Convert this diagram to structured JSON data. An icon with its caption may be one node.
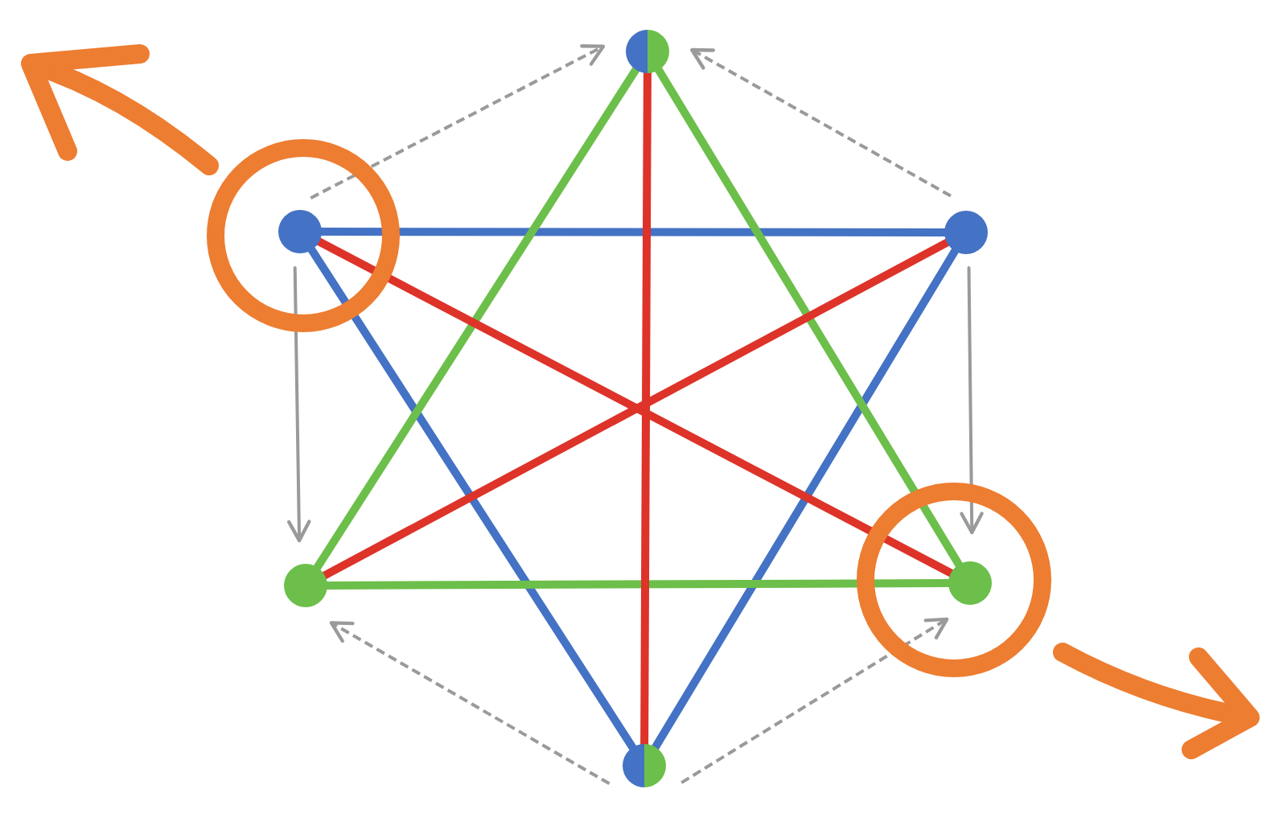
{
  "diagram": {
    "nodes": [
      {
        "text": [],
        "shape": "circle"
      },
      {
        "text": [],
        "shape": "circle"
      },
      {
        "text": [],
        "shape": "circle"
      },
      {
        "text": [],
        "shape": "circle"
      },
      {
        "text": [],
        "shape": "circle"
      },
      {
        "text": [],
        "shape": "circle"
      }
    ],
    "edges": [
      {
        "from": 1,
        "to": 2,
        "arrow": "none",
        "color": "#4472c4"
      },
      {
        "from": 1,
        "to": 5,
        "arrow": "none",
        "color": "#4472c4"
      },
      {
        "from": 2,
        "to": 5,
        "arrow": "none",
        "color": "#4472c4"
      },
      {
        "from": 0,
        "to": 3,
        "arrow": "none",
        "color": "#6cbf4a"
      },
      {
        "from": 0,
        "to": 4,
        "arrow": "none",
        "color": "#6cbf4a"
      },
      {
        "from": 3,
        "to": 4,
        "arrow": "none",
        "color": "#6cbf4a"
      },
      {
        "from": 0,
        "to": 5,
        "arrow": "none",
        "color": "#dd3329"
      },
      {
        "from": 1,
        "to": 4,
        "arrow": "none",
        "color": "#dd3329"
      },
      {
        "from": 2,
        "to": 3,
        "arrow": "none",
        "color": "#dd3329"
      },
      {
        "from": 1,
        "to": 0,
        "arrow": "to",
        "style": "dashed"
      },
      {
        "from": 2,
        "to": 0,
        "arrow": "to",
        "style": "dashed"
      },
      {
        "from": 1,
        "to": 3,
        "arrow": "to"
      },
      {
        "from": 2,
        "to": 4,
        "arrow": "to"
      },
      {
        "from": 5,
        "to": 3,
        "arrow": "to",
        "style": "dashed"
      },
      {
        "from": 5,
        "to": 4,
        "arrow": "to",
        "style": "dashed"
      }
    ]
  }
}
